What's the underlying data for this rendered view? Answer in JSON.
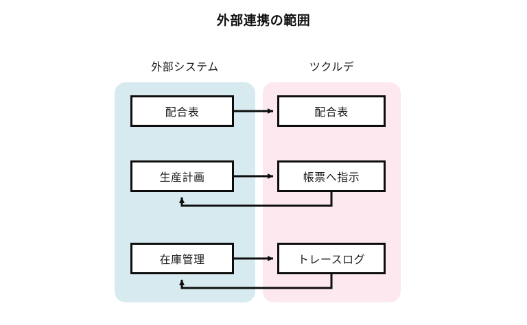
{
  "diagram": {
    "title": "外部連携の範囲",
    "lanes": [
      {
        "id": "external",
        "label": "外部システム",
        "color": "#d7eaf0"
      },
      {
        "id": "tsukurude",
        "label": "ツクルデ",
        "color": "#fce8ee"
      }
    ],
    "rows": [
      {
        "index": 1,
        "left_node": "配合表",
        "right_node": "配合表",
        "forward_arrow": true,
        "return_arrow": false
      },
      {
        "index": 2,
        "left_node": "生産計画",
        "right_node": "帳票へ指示",
        "forward_arrow": true,
        "return_arrow": true
      },
      {
        "index": 3,
        "left_node": "在庫管理",
        "right_node": "トレースログ",
        "forward_arrow": true,
        "return_arrow": true
      }
    ],
    "colors": {
      "stroke": "#0d0d0d",
      "node_fill": "#ffffff",
      "text": "#1a1a1a",
      "background": "#ffffff"
    }
  }
}
